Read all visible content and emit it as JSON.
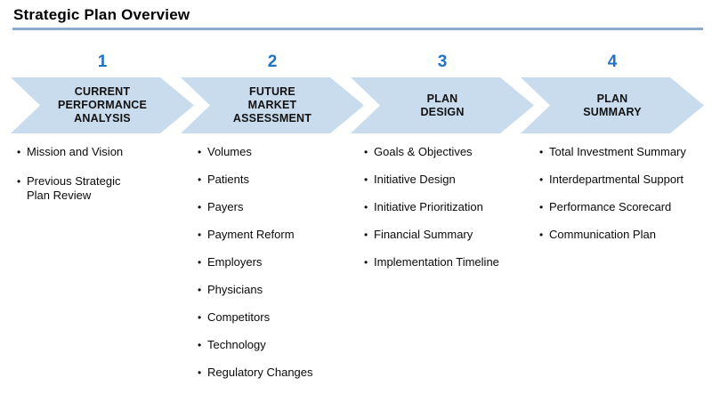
{
  "page": {
    "title": "Strategic Plan Overview"
  },
  "colors": {
    "chevron_fill": "#C9DCEE",
    "number_blue": "#2174C4",
    "underline": "#8BABD1",
    "text": "#0a0a0a"
  },
  "steps": [
    {
      "number": "1",
      "label_lines": [
        "CURRENT",
        "PERFORMANCE",
        "ANALYSIS"
      ],
      "bullets": [
        "Mission and Vision",
        "Previous Strategic Plan Review"
      ]
    },
    {
      "number": "2",
      "label_lines": [
        "FUTURE",
        "MARKET",
        "ASSESSMENT"
      ],
      "bullets": [
        "Volumes",
        "Patients",
        "Payers",
        "Payment Reform",
        "Employers",
        "Physicians",
        "Competitors",
        "Technology",
        "Regulatory Changes"
      ]
    },
    {
      "number": "3",
      "label_lines": [
        "PLAN",
        "DESIGN"
      ],
      "bullets": [
        "Goals & Objectives",
        "Initiative Design",
        "Initiative Prioritization",
        "Financial Summary",
        "Implementation Timeline"
      ]
    },
    {
      "number": "4",
      "label_lines": [
        "PLAN",
        "SUMMARY"
      ],
      "bullets": [
        "Total Investment Summary",
        "Interdepartmental Support",
        "Performance Scorecard",
        "Communication Plan"
      ]
    }
  ]
}
